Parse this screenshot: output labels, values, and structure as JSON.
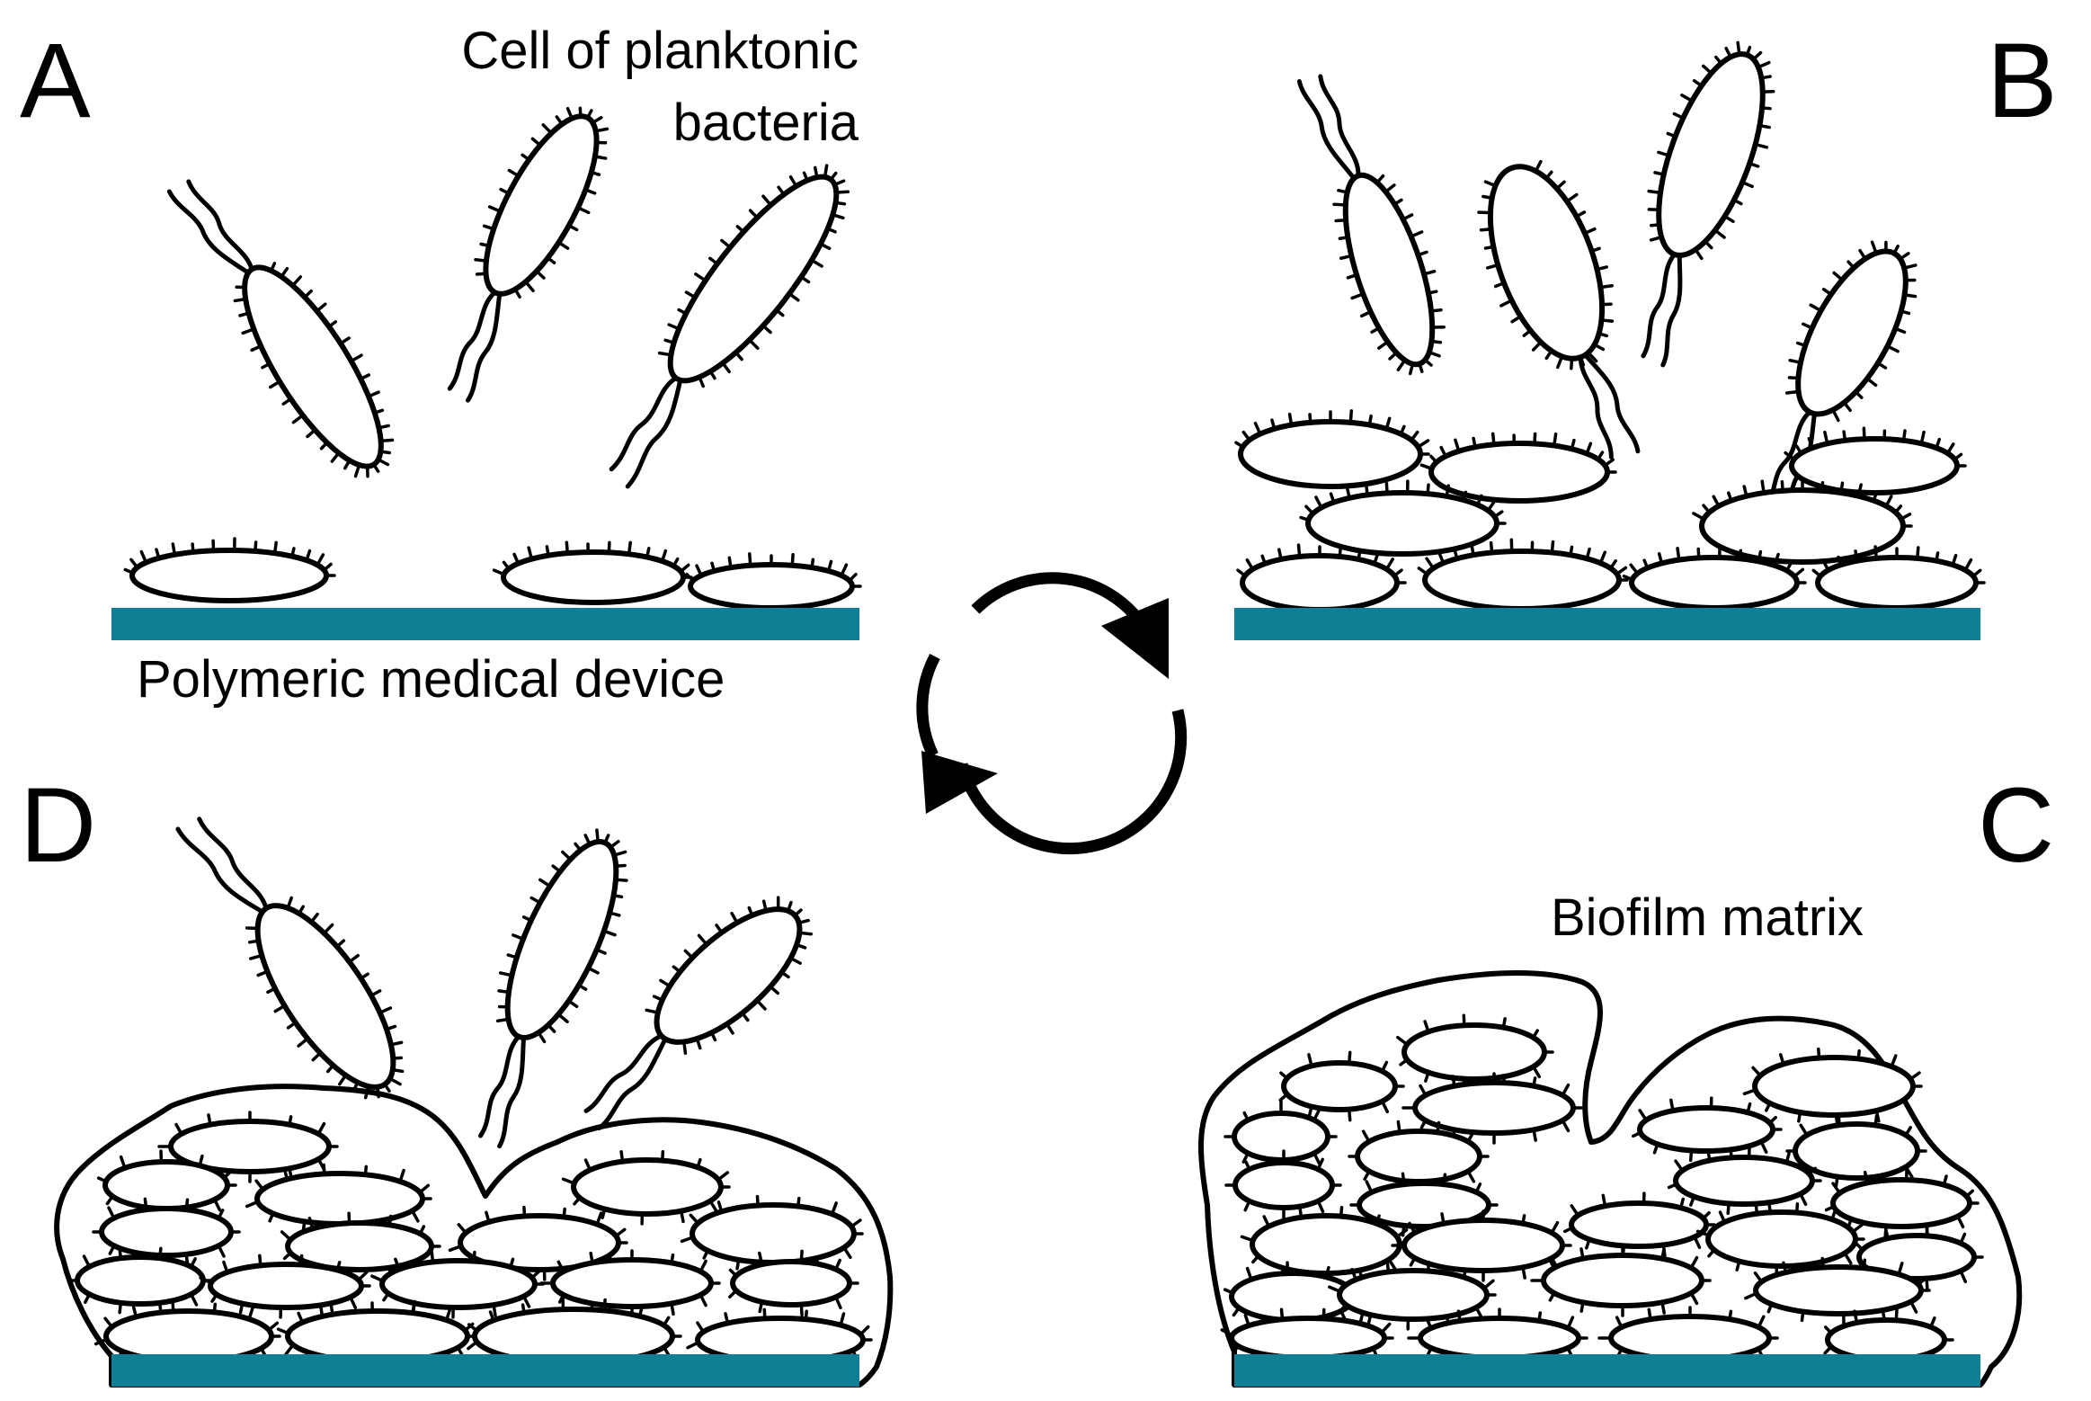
{
  "panels": {
    "A": {
      "letter": "A",
      "caption_line1": "Cell of planktonic",
      "caption_line2": "bacteria",
      "device_caption": "Polymeric medical device"
    },
    "B": {
      "letter": "B"
    },
    "C": {
      "letter": "C",
      "caption": "Biofilm matrix"
    },
    "D": {
      "letter": "D"
    }
  },
  "colors": {
    "device": "#0e7f95",
    "outline": "#000000",
    "background": "#ffffff"
  },
  "cycle_icon": "circular-arrows-icon"
}
